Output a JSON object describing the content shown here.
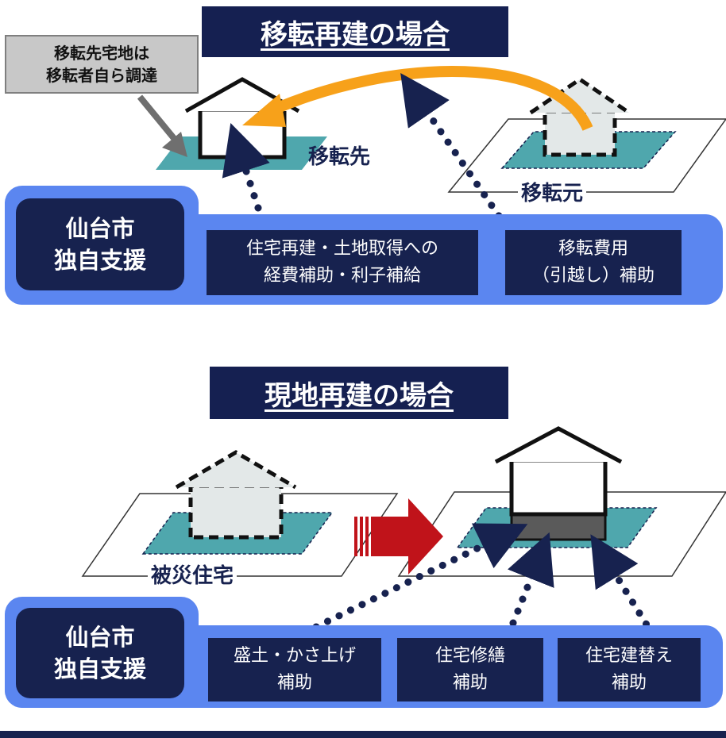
{
  "relocation": {
    "title": "移転再建の場合",
    "callout_lines": [
      "移転先宅地は",
      "移転者自ら調達"
    ],
    "destination_label": "移転先",
    "origin_label": "移転元",
    "support_label_lines": [
      "仙台市",
      "独自支援"
    ],
    "boxes": [
      {
        "lines": [
          "住宅再建・土地取得への",
          "経費補助・利子補給"
        ]
      },
      {
        "lines": [
          "移転費用",
          "（引越し）補助"
        ]
      }
    ]
  },
  "onsite": {
    "title": "現地再建の場合",
    "damaged_label": "被災住宅",
    "support_label_lines": [
      "仙台市",
      "独自支援"
    ],
    "boxes": [
      {
        "lines": [
          "盛土・かさ上げ",
          "補助"
        ]
      },
      {
        "lines": [
          "住宅修繕",
          "補助"
        ]
      },
      {
        "lines": [
          "住宅建替え",
          "補助"
        ]
      }
    ]
  },
  "colors": {
    "navy": "#17224f",
    "panel_blue": "#5b86f0",
    "teal_lot": "#4fa7ad",
    "orange_arrow": "#f7a11a",
    "red_arrow": "#c0131a",
    "callout_gray": "#c8c8c8"
  }
}
